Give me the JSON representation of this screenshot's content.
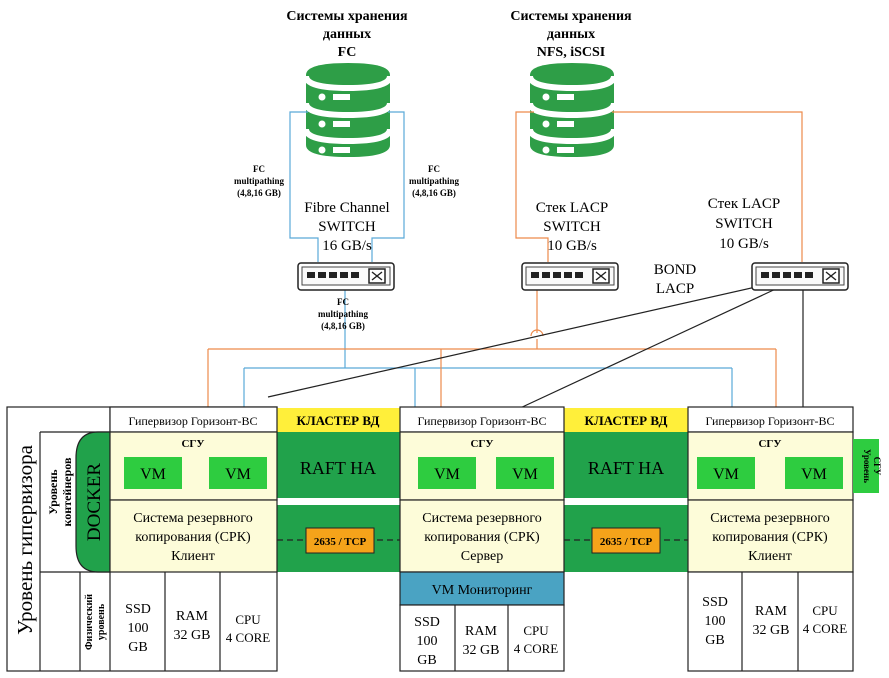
{
  "storage": {
    "fc_title": [
      "Системы хранения",
      "данных",
      "FC"
    ],
    "nfs_title": [
      "Системы хранения",
      "данных",
      "NFS, iSCSI"
    ]
  },
  "links": {
    "fc_multipath": [
      "FC",
      "multipathing",
      "(4,8,16 GB)"
    ],
    "bond": [
      "BOND",
      "LACP"
    ]
  },
  "switches": {
    "fc": [
      "Fibre Channel",
      "SWITCH",
      "16 GB/s"
    ],
    "lacp1": [
      "Стек LACP",
      "SWITCH",
      "10 GB/s"
    ],
    "lacp2": [
      "Стек LACP",
      "SWITCH",
      "10 GB/s"
    ]
  },
  "levels": {
    "hypervisor": "Уровень гипервизора",
    "containers": [
      "Уровень",
      "контейнеров"
    ],
    "docker": "DOCKER",
    "physical": [
      "Физический",
      "уровень"
    ],
    "sgu_side": [
      "Уровень",
      "СГУ"
    ]
  },
  "hosts": {
    "hypervisor_label": "Гипервизор Горизонт-ВС",
    "sgu_label": "СГУ",
    "vm_label": "VM",
    "backup_client": [
      "Система резервного",
      "копирования (СРК)",
      "Клиент"
    ],
    "backup_server": [
      "Система резервного",
      "копирования (СРК)",
      "Сервер"
    ],
    "monitoring_vm": "VM Мониторинг"
  },
  "cluster": {
    "label": "КЛАСТЕР ВД",
    "raft": "RAFT HA",
    "port": "2635 / TCP"
  },
  "resources": {
    "ssd": [
      "SSD",
      "100",
      "GB"
    ],
    "ram": [
      "RAM",
      "32 GB"
    ],
    "cpu": [
      "CPU",
      "4 CORE"
    ]
  },
  "colors": {
    "fc_link": "#5aa9d8",
    "nfs_link": "#ed8a4b",
    "host_fill": "#fdfcd9",
    "green_band": "#21a24b",
    "vm_fill": "#2ecc40",
    "cluster_label": "#ffef3a",
    "port_box": "#f5a31a",
    "monitoring": "#4aa3c3",
    "storage_icon": "#2e9e47"
  }
}
